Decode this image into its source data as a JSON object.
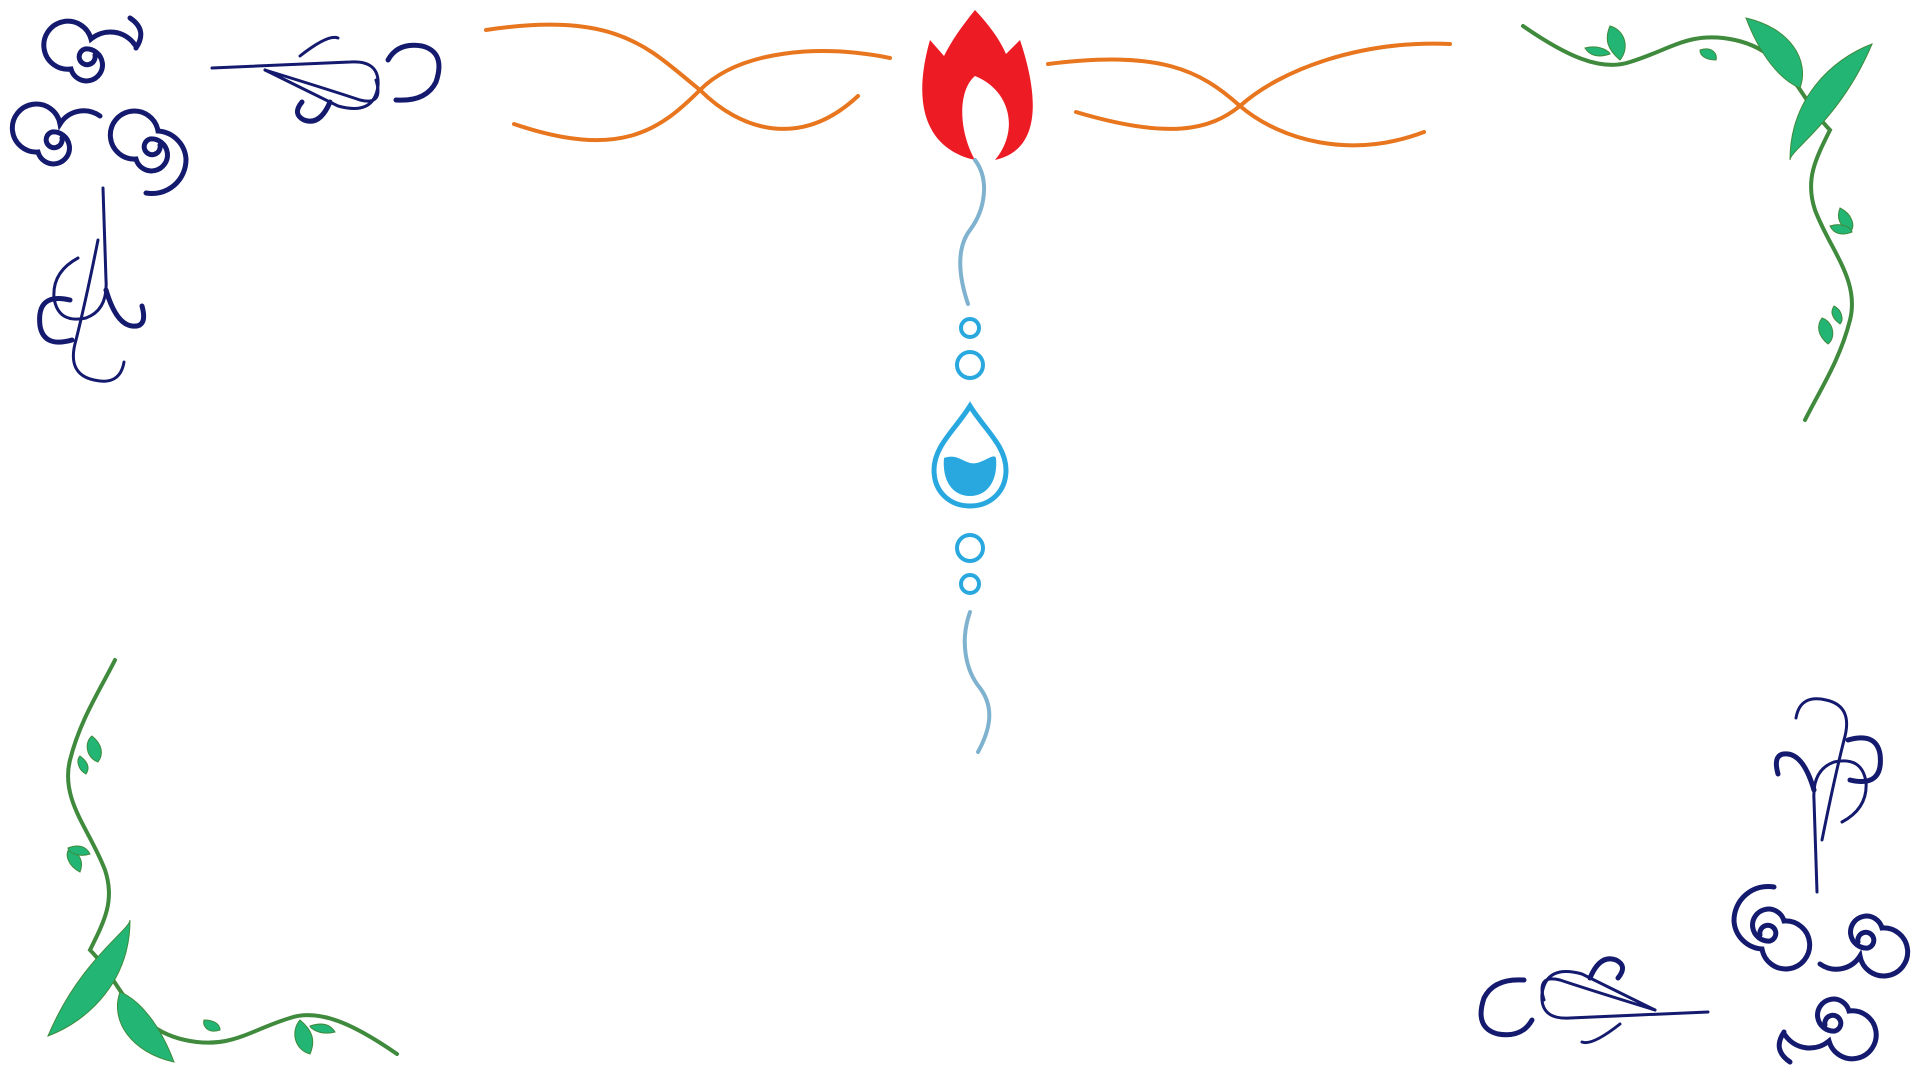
{
  "decorations": {
    "air_ornament": {
      "icon": "air-swirl-icon",
      "count": 2,
      "placement": [
        "top-left",
        "bottom-right"
      ]
    },
    "earth_vine": {
      "icon": "leaf-vine-icon",
      "count": 2,
      "placement": [
        "top-right",
        "bottom-left"
      ]
    },
    "fire_flourish": {
      "icon": "fire-flame-icon",
      "placement": "top-center"
    },
    "water_drop": {
      "icon": "water-drop-icon",
      "placement": "center-column"
    }
  },
  "colors": {
    "air": "#141a6e",
    "fire_flame": "#ed1c24",
    "fire_flourish": "#e8761e",
    "water": "#29a8e0",
    "steam": "#7fb2cf",
    "leaf": "#23b574",
    "vine": "#3f8a3d"
  }
}
